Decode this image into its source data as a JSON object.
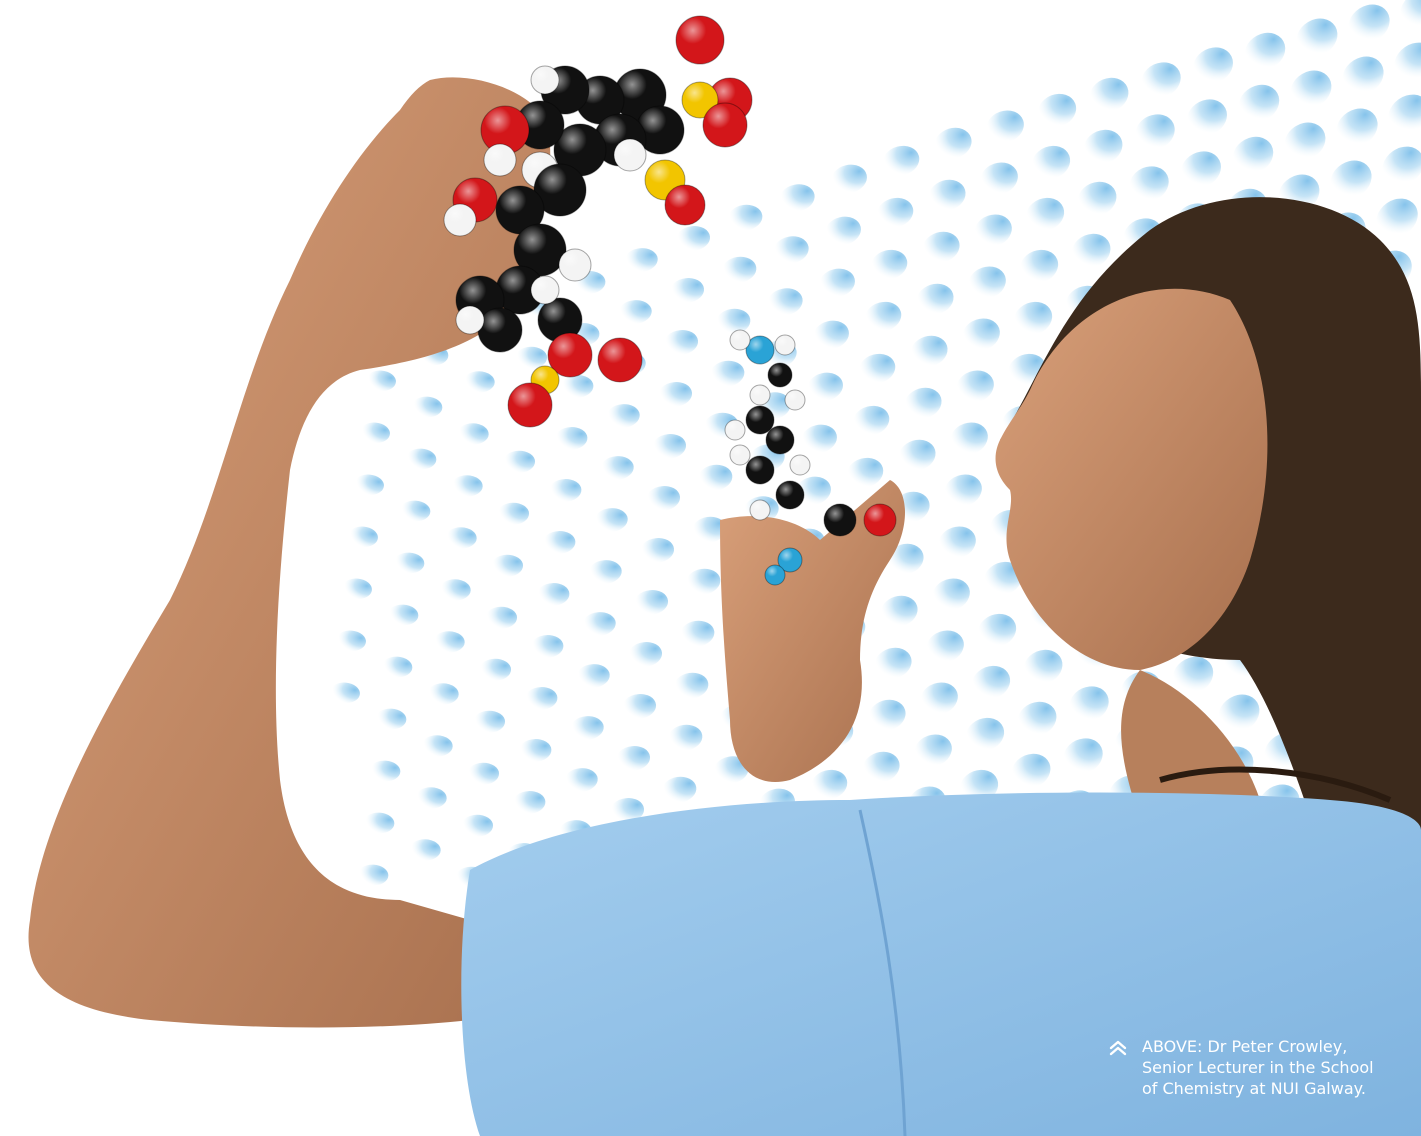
{
  "caption": {
    "lines": [
      "ABOVE: Dr Peter Crowley,",
      "Senior Lecturer in the School",
      "of Chemistry at NUI Galway."
    ],
    "icon": "double-chevron-up-icon"
  },
  "colors": {
    "background": "#ffffff",
    "dots": "#a8d4ee",
    "shirt": "#8fc1e8",
    "skin": "#c98e6c",
    "hair": "#3c2a1c",
    "atom_black": "#111111",
    "atom_red": "#d3161a",
    "atom_white": "#f4f4f4",
    "atom_yellow": "#f2c500",
    "atom_blue": "#2aa3d6",
    "caption_text": "#ffffff"
  }
}
